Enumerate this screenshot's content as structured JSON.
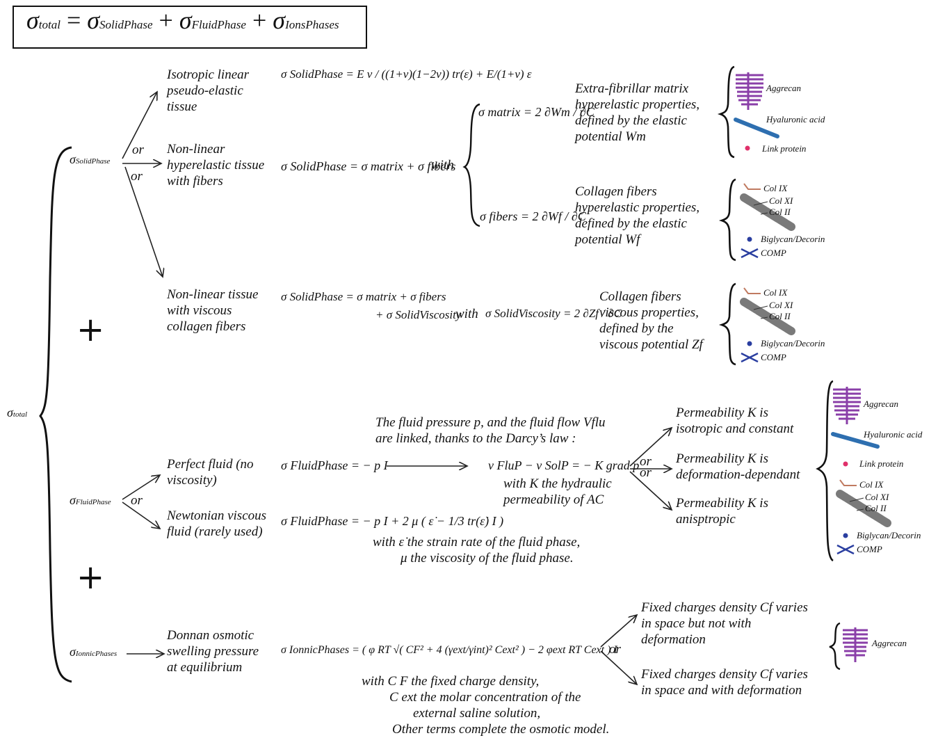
{
  "header": {
    "sigma": "σ",
    "total_sub": "total",
    "solid_sub": "SolidPhase",
    "fluid_sub": "FluidPhase",
    "ions_sub": "IonsPhases",
    "eq": "=",
    "plus": "+"
  },
  "root": {
    "label_sub": "total"
  },
  "solid": {
    "label_sub": "SolidPhase",
    "or": "or",
    "iso_text": [
      "Isotropic linear",
      "pseudo-elastic",
      "tissue"
    ],
    "iso_eq": "σ SolidPhase = E ν / ((1+ν)(1−2ν)) tr(ε) + E/(1+ν) ε",
    "hyper_text": [
      "Non-linear",
      "hyperelastic tissue",
      "with fibers"
    ],
    "hyper_eq": "σ SolidPhase = σ matrix + σ fibers",
    "with": "with",
    "matrix_eq": "σ matrix = 2 ∂Wm / ∂C",
    "fibers_eq": "σ fibers = 2 ∂Wf / ∂C",
    "matrix_desc": [
      "Extra-fibrillar matrix",
      "hyperelastic properties,",
      "defined by the elastic",
      "potential Wm"
    ],
    "fibers_desc": [
      "Collagen fibers",
      "hyperelastic properties,",
      "defined by the elastic",
      "potential Wf"
    ],
    "visc_text": [
      "Non-linear tissue",
      "with viscous",
      "collagen fibers"
    ],
    "visc_eq1": "σ SolidPhase = σ matrix + σ fibers",
    "visc_eq2": "+ σ SolidViscosity",
    "visc_with": "with",
    "visc_eq3": "σ SolidViscosity = 2 ∂Zf / ∂C",
    "visc_desc": [
      "Collagen fibers",
      "viscous properties,",
      "defined by the",
      "viscous potential Zf"
    ]
  },
  "fluid": {
    "label_sub": "FluidPhase",
    "or": "or",
    "perfect_text": [
      "Perfect fluid (no",
      "viscosity)"
    ],
    "perfect_eq": "σ FluidPhase = − p I",
    "newton_text": [
      "Newtonian viscous",
      "fluid (rarely used)"
    ],
    "newton_eq": "σ FluidPhase = − p I + 2 μ ( ε̇ − 1/3 tr(ε̇) I )",
    "newton_note": [
      "with ε̇ the strain rate of the fluid phase,",
      "μ the viscosity of the fluid phase."
    ],
    "darcy_intro": [
      "The fluid pressure p, and the fluid flow Vflu",
      "are linked, thanks to the Darcy’s law :"
    ],
    "darcy_eq": "v FluP − v SolP = − K grad p",
    "darcy_note": [
      "with K the hydraulic",
      "permeability of AC"
    ],
    "perm": [
      [
        "Permeability K is",
        "isotropic and constant"
      ],
      [
        "Permeability K is",
        "deformation-dependant"
      ],
      [
        "Permeability K is",
        "anisptropic"
      ]
    ],
    "or2": "or",
    "or3": "or"
  },
  "ionic": {
    "label_sub": "IonnicPhases",
    "text": [
      "Donnan osmotic",
      "swelling pressure",
      "at equilibrium"
    ],
    "eq": "σ IonnicPhases = ( φ RT √( CF² + 4 (γext/γint)² Cext² ) − 2 φext RT Cext ) I",
    "note": [
      "with C F the fixed charge density,",
      "C ext the molar concentration of the",
      "external saline solution,",
      "Other terms complete the osmotic model."
    ],
    "or": "or",
    "cf": [
      [
        "Fixed charges density Cf varies",
        "in space but not with",
        "deformation"
      ],
      [
        "Fixed charges density Cf varies",
        "in space and with deformation"
      ]
    ]
  },
  "components": {
    "aggrecan": "Aggrecan",
    "hyaluronic": "Hyaluronic acid",
    "link": "Link protein",
    "col9": "Col IX",
    "col11": "Col XI",
    "col2": "Col II",
    "biglycan": "Biglycan/Decorin",
    "comp": "COMP"
  },
  "colors": {
    "aggrecan": "#8a3fa8",
    "hyaluronic": "#2e6fb0",
    "link": "#e0306a",
    "col9": "#c07a60",
    "collagen": "#7a7a7a",
    "biglycan": "#2a3ea0"
  }
}
